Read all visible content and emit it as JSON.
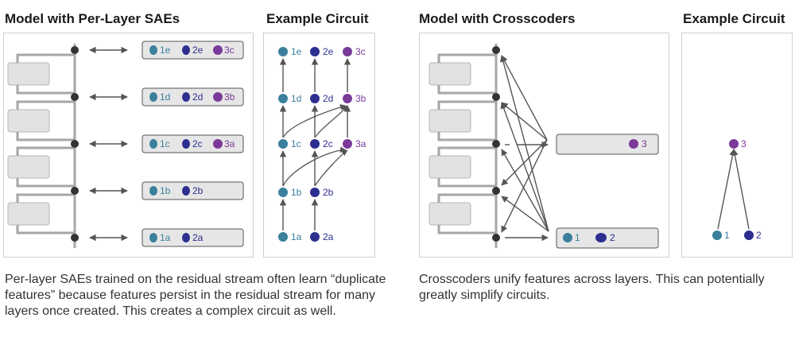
{
  "left": {
    "title": "Model with Per-Layer SAEs",
    "circuit_title": "Example Circuit",
    "caption": "Per-layer SAEs trained on the residual stream often learn “duplicate features” because features persist in the residual stream for many layers once created. This creates a complex circuit as well.",
    "sae_rows": [
      [
        "1e",
        "2e",
        "3c"
      ],
      [
        "1d",
        "2d",
        "3b"
      ],
      [
        "1c",
        "2c",
        "3a"
      ],
      [
        "1b",
        "2b"
      ],
      [
        "1a",
        "2a"
      ]
    ],
    "circuit_nodes": [
      "1e",
      "2e",
      "3c",
      "1d",
      "2d",
      "3b",
      "1c",
      "2c",
      "3a",
      "1b",
      "2b",
      "1a",
      "2a"
    ]
  },
  "right": {
    "title": "Model with Crosscoders",
    "circuit_title": "Example Circuit",
    "caption": "Crosscoders unify features across layers. This can potentially greatly simplify circuits.",
    "top_feature": "3",
    "bottom_features": [
      "1",
      "2"
    ],
    "circuit_nodes": [
      "3",
      "1",
      "2"
    ]
  },
  "colors": {
    "feature_1": "#3a7f9c",
    "feature_2": "#2c2f8f",
    "feature_3": "#7a3a9a",
    "stream": "#a6a6a6",
    "block": "#e2e2e2",
    "arrow": "#555555",
    "dot": "#333333"
  }
}
